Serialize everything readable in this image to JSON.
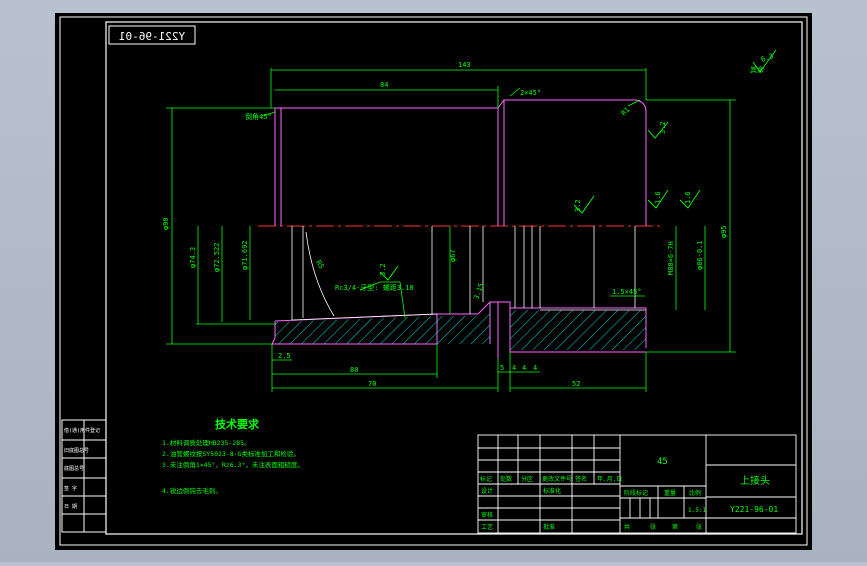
{
  "drawing": {
    "drawing_number_mirrored": "Y221-96-01",
    "dims": {
      "overall_length": "143",
      "upper_left": "84",
      "dia_main": "φ90",
      "dia_1": "φ74.3",
      "dia_2": "φ72.522",
      "dia_3": "φ71.692",
      "dia_4": "φ67",
      "dia_right": "φ95",
      "dia_right2": "φ86-0.1",
      "dia_right3": "M80×6-7H",
      "radius_r5": "R5",
      "chamfer_left": "倒角45°",
      "chamfer_top": "2×45°",
      "chamfer_r1": "R1",
      "dim_2_5": "2.5",
      "dim_80": "80",
      "dim_70": "70",
      "dim_52": "52",
      "small_5": "5",
      "small_4a": "4",
      "small_4b": "4",
      "small_4c": "4",
      "dim_3_15": "3.15",
      "thread_note": "1.5×45°",
      "thread_text": "Rc3/4-牙型: 螺距3.18"
    },
    "roughness": {
      "r_top_right": "6.3",
      "r_top_right_label": "其余",
      "r1": "3.2",
      "r2": "3.2",
      "r3": "3.2",
      "r4": "1.6",
      "r5": "1.6",
      "r6": "3.2"
    },
    "tech_req": {
      "title": "技术要求",
      "items": [
        "1.材料调质处理HB235-285。",
        "2.油管螺纹按SY5023-8-G类标准加工和检验。",
        "3.未注倒角1×45°，Rz6.3°，未注表面粗糙度。",
        "4.锐边倒钝去毛刺。"
      ]
    }
  },
  "left_strip": {
    "rows": [
      "借(通)用件登记",
      "旧底图总号",
      "底图总号",
      "签 字",
      "日 期"
    ]
  },
  "title_block": {
    "material": "45",
    "part_name": "上接头",
    "drawing_number": "Y221-96-01",
    "scale_label": "比例",
    "scale_value": "1.5:1",
    "weight_label": "重量",
    "stage_label": "阶段标记",
    "headers": [
      "标记",
      "处数",
      "分区",
      "更改文件号",
      "签名",
      "年.月.日"
    ],
    "design": "设计",
    "standardize": "标准化",
    "check": "审核",
    "craft": "工艺",
    "approve": "批准",
    "total": "共",
    "sheet_word": "张",
    "page": "第",
    "page_word": "张"
  }
}
